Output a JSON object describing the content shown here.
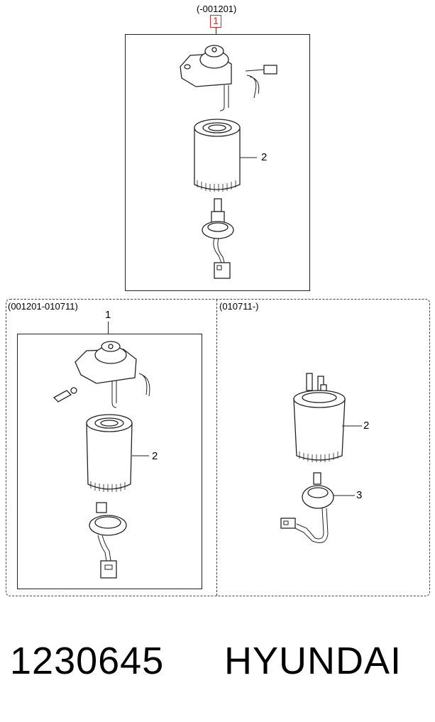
{
  "top_panel": {
    "range_label": "(-001201)",
    "callout_selected": "1",
    "callout_filter": "2"
  },
  "left_panel": {
    "range_label": "(001201-010711)",
    "callout_assembly": "1",
    "callout_filter": "2"
  },
  "right_panel": {
    "range_label": "(010711-)",
    "callout_filter": "2",
    "callout_sensor": "3"
  },
  "footer": {
    "part_number": "1230645",
    "brand": "HYUNDAI"
  },
  "colors": {
    "highlight": "#d62a2a",
    "line": "#222222"
  }
}
